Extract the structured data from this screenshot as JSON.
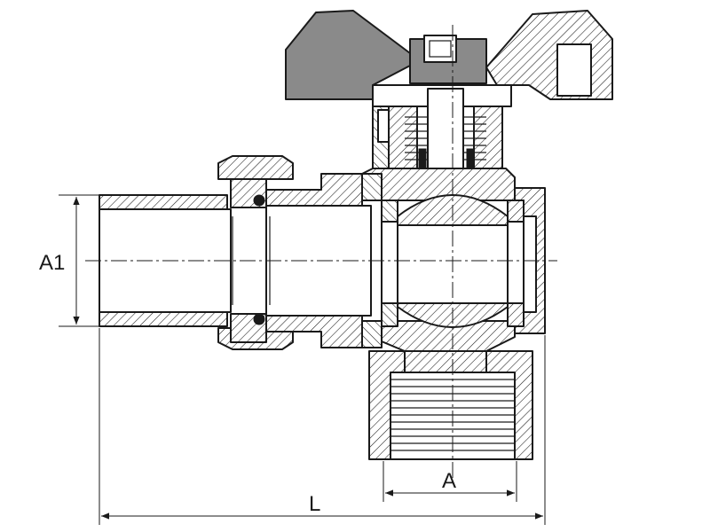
{
  "diagram": {
    "dimensions": {
      "a1_label": "A1",
      "a_label": "A",
      "l_label": "L"
    }
  }
}
